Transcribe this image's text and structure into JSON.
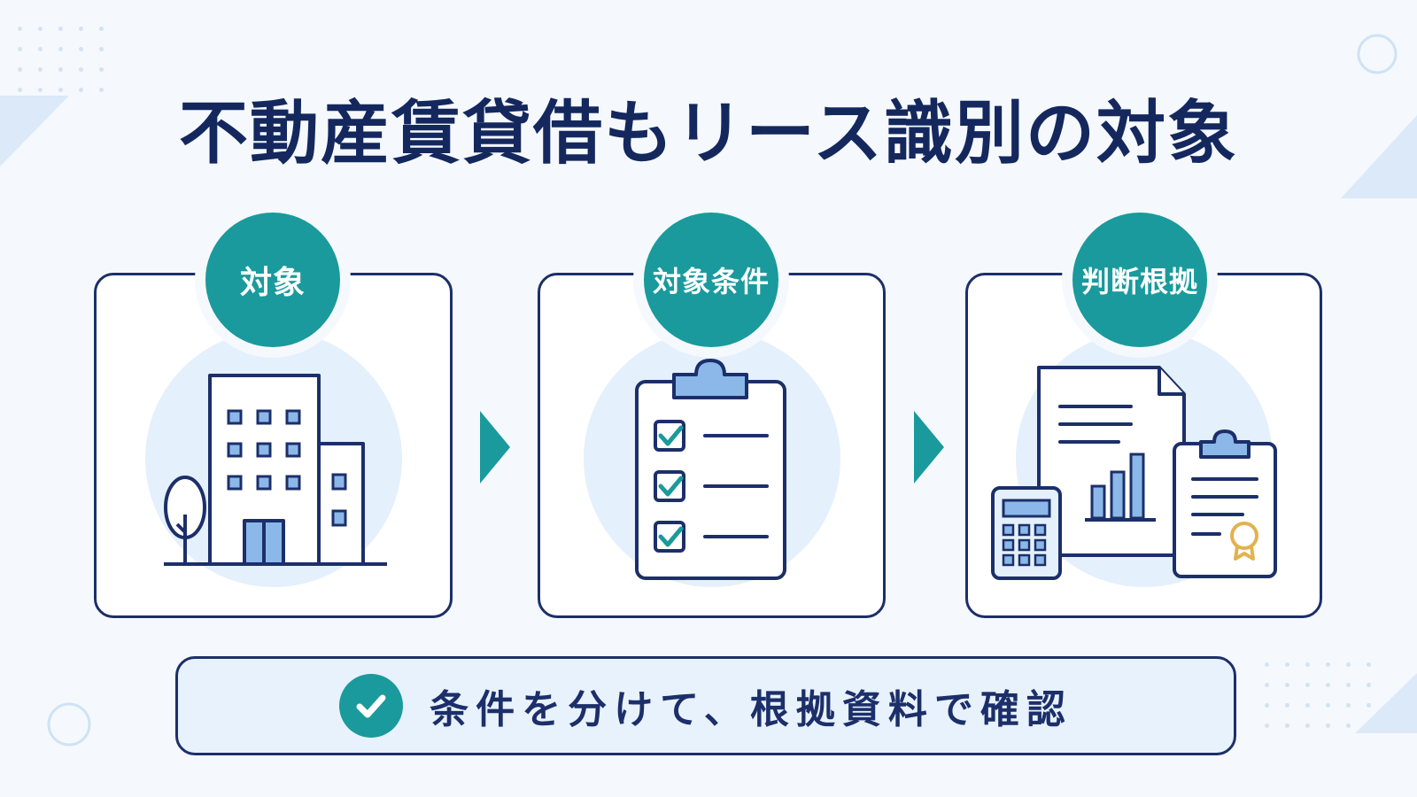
{
  "title": "不動産賃貸借もリース識別の対象",
  "steps": [
    {
      "label": "対象",
      "icon": "office-building-icon"
    },
    {
      "label": "対象条件",
      "icon": "checklist-clipboard-icon"
    },
    {
      "label": "判断根拠",
      "icon": "documents-calculator-icon"
    }
  ],
  "conclusion": {
    "text": "条件を分けて、根拠資料で確認",
    "icon": "check-circle-icon"
  },
  "colors": {
    "navy": "#1c2f6a",
    "teal": "#1a9a9c",
    "light_blue": "#e4f0fb",
    "accent_blue": "#8bb8e8",
    "gold": "#e2b250"
  }
}
